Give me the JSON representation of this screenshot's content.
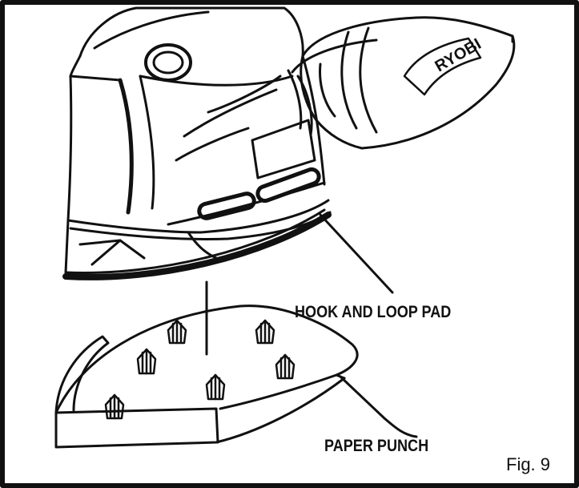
{
  "figure": {
    "callouts": {
      "hook_and_loop_pad": "HOOK AND LOOP PAD",
      "paper_punch": "PAPER PUNCH"
    },
    "caption": "Fig. 9",
    "brand_mark": "RYOBI"
  },
  "colors": {
    "ink": "#111111",
    "paper": "#ffffff",
    "frame": "#111111"
  },
  "icons": {
    "tool": "detail-sander-illustration",
    "punch": "paper-punch-illustration"
  }
}
